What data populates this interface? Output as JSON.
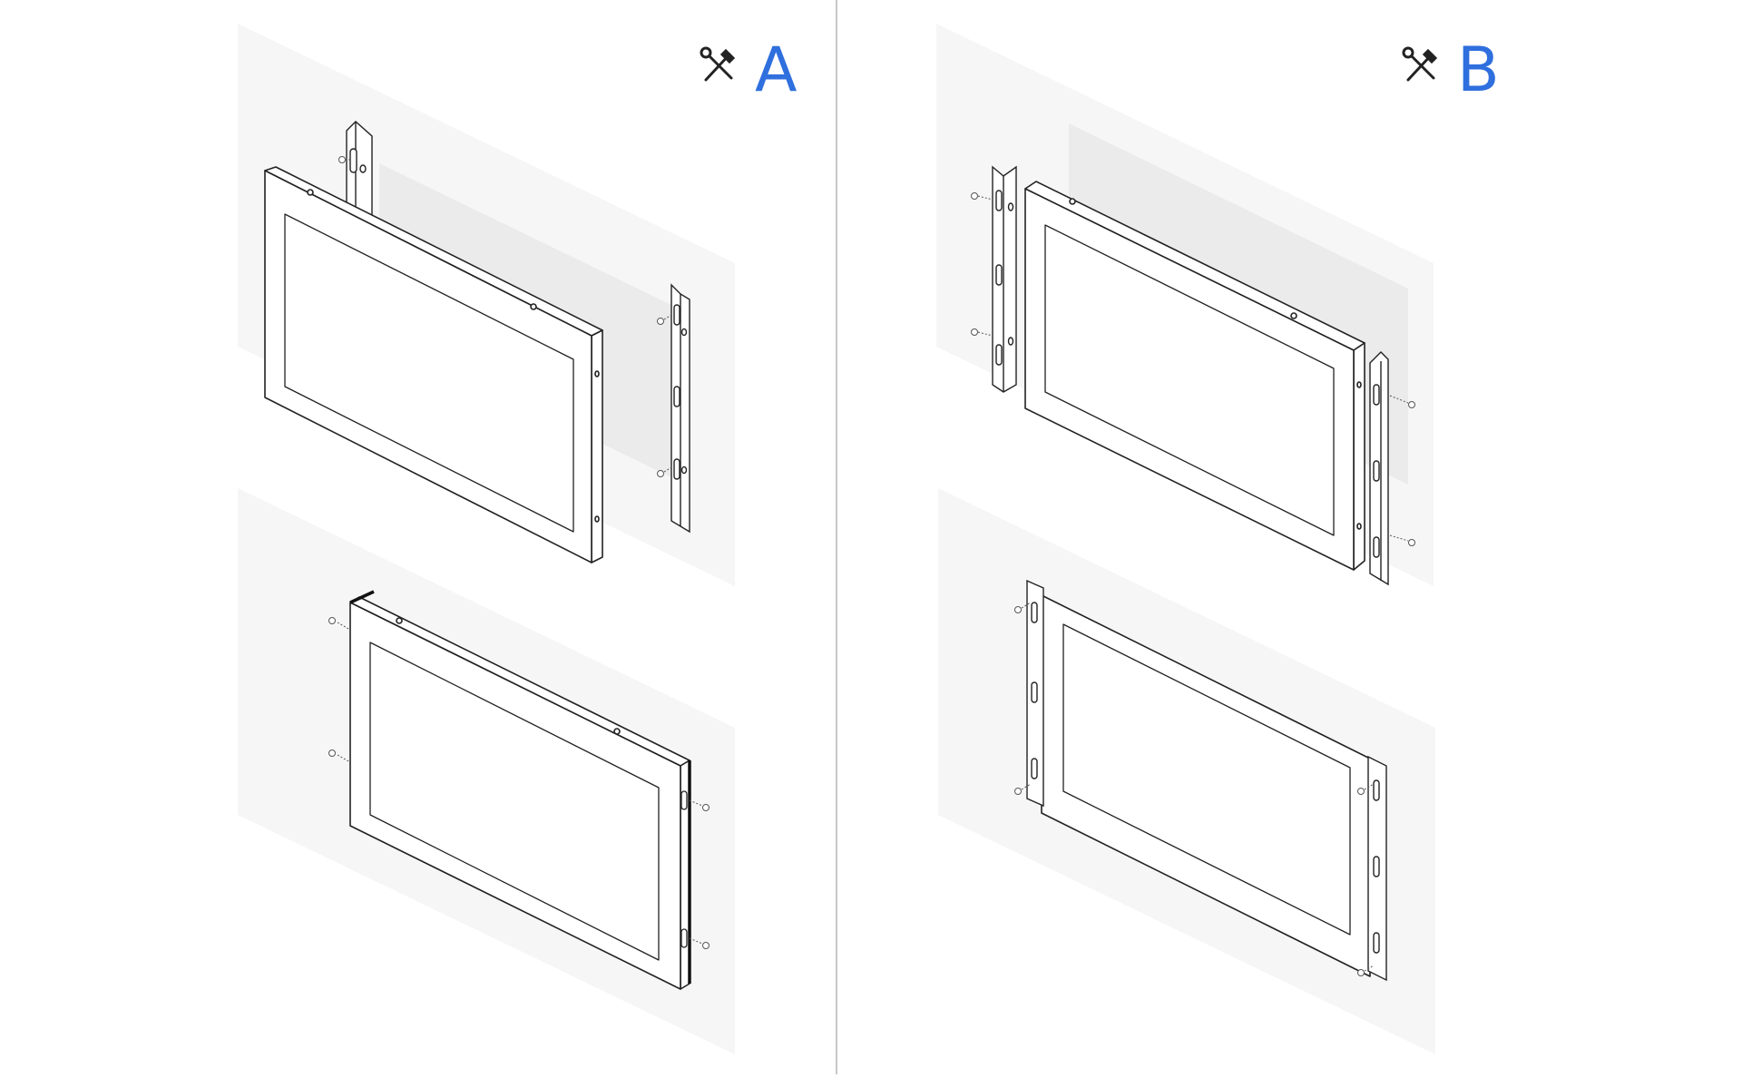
{
  "panels": [
    {
      "id": "A",
      "label": "A",
      "icon": "tools-icon",
      "method": "side-bracket-mount"
    },
    {
      "id": "B",
      "label": "B",
      "icon": "tools-icon",
      "method": "side-bracket-mount"
    }
  ],
  "colors": {
    "accent": "#2f6fde",
    "line": "#222222",
    "wall_shade": "#f6f6f6",
    "cutout_shade": "#ebebeb",
    "divider": "#b5b5b5"
  }
}
